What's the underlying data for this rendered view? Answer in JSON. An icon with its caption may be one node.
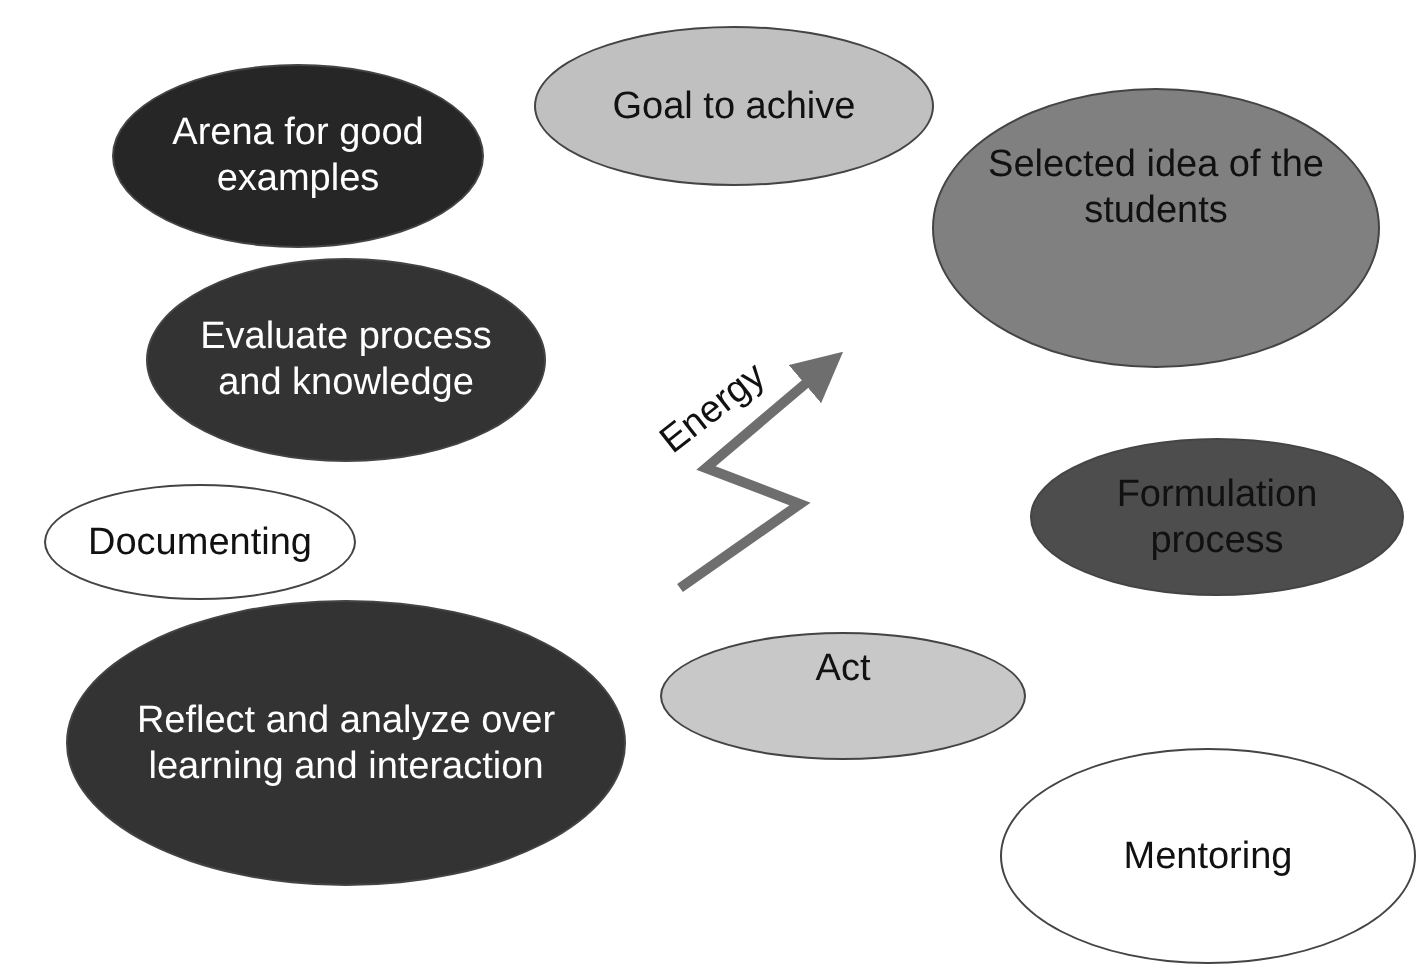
{
  "diagram": {
    "nodes": [
      {
        "text": [
          "Arena for good examples"
        ]
      },
      {
        "text": [
          "Goal to achive"
        ]
      },
      {
        "text": [
          "Selected idea of the students"
        ]
      },
      {
        "text": [
          "Evaluate process and knowledge"
        ]
      },
      {
        "text": [
          "Documenting"
        ]
      },
      {
        "text": [
          "Formulation process"
        ]
      },
      {
        "text": [
          "Reflect and analyze over learning and interaction"
        ]
      },
      {
        "text": [
          "Act"
        ]
      },
      {
        "text": [
          "Mentoring"
        ]
      }
    ],
    "labels": [
      "Energy"
    ]
  }
}
